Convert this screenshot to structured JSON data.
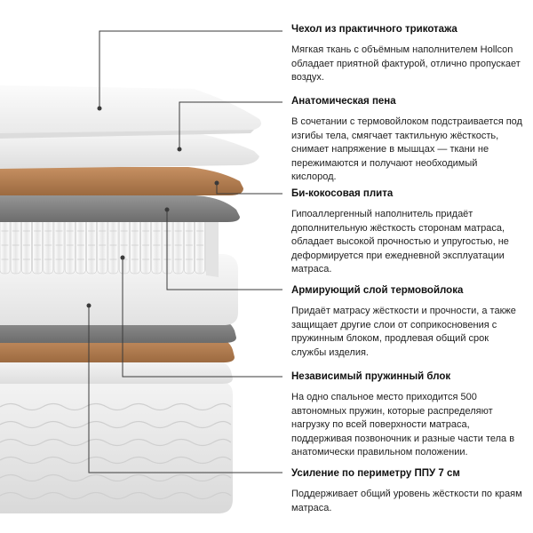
{
  "layers": [
    {
      "title": "Чехол из практичного трикотажа",
      "text": "Мягкая ткань с объёмным наполнителем Hollcon обладает приятной фактурой, отлично пропускает воздух."
    },
    {
      "title": "Анатомическая пена",
      "text": "В сочетании с термовойлоком подстраивается под изгибы тела, смягчает тактильную жёсткость, снимает напряжение в мышцах — ткани не пережимаются и получают необходимый кислород."
    },
    {
      "title": "Би-кокосовая плита",
      "text": "Гипоаллергенный наполнитель придаёт дополнительную жёсткость сторонам матраса, обладает высокой прочностью и упругостью, не деформируется при ежедневной эксплуатации матраса."
    },
    {
      "title": "Армирующий слой термовойлока",
      "text": "Придаёт матрасу жёсткости и прочности, а также защищает другие слои от соприкосновения с пружинным блоком, продлевая общий срок службы изделия."
    },
    {
      "title": "Независимый пружинный блок",
      "text": "На одно спальное место приходится 500 автономных пружин, которые распределяют нагрузку по всей поверхности матраса, поддерживая позвоночник и разные части тела в анатомически правильном положении."
    },
    {
      "title": "Усиление по периметру ППУ 7 см",
      "text": "Поддерживает общий уровень жёсткости по краям матраса."
    }
  ],
  "colors": {
    "cover": "#f7f7f7",
    "foam": "#eeeeee",
    "coconut": "#b07a4c",
    "felt": "#7f7f7f",
    "spring": "#dcdcdc",
    "frame": "#efefef",
    "base": "#e4e4e4",
    "line": "#3a3a3a"
  }
}
